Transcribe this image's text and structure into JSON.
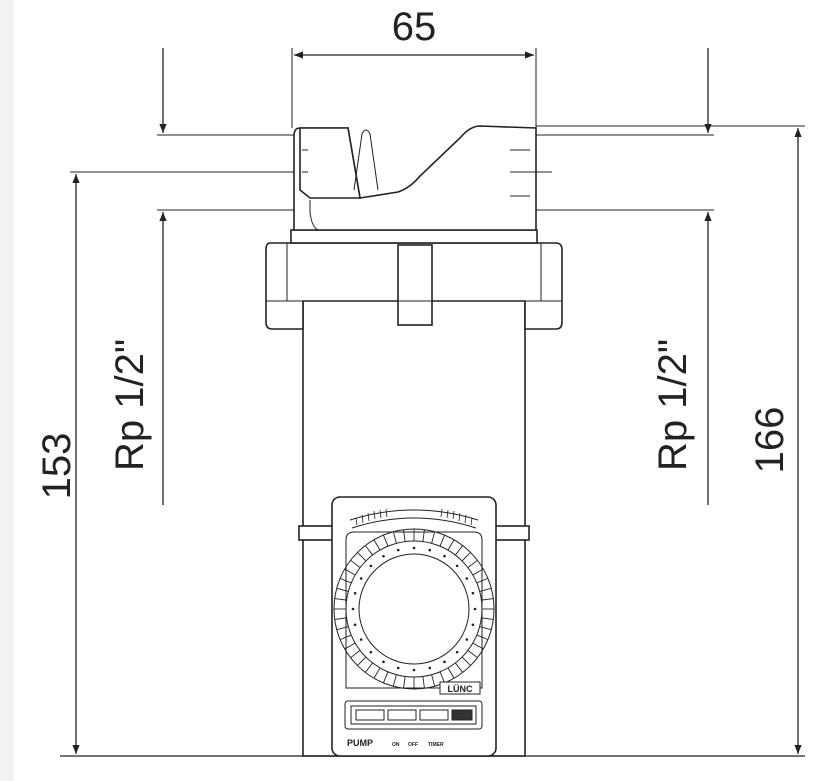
{
  "dimensions": {
    "width_top": "65",
    "height_left": "153",
    "height_right": "166",
    "thread_left": "Rp 1/2\"",
    "thread_right": "Rp 1/2\""
  },
  "timer": {
    "brand": "LÜNC",
    "pump_label": "PUMP",
    "switch_on": "ON",
    "switch_off": "OFF",
    "switch_timer": "TIMER"
  }
}
